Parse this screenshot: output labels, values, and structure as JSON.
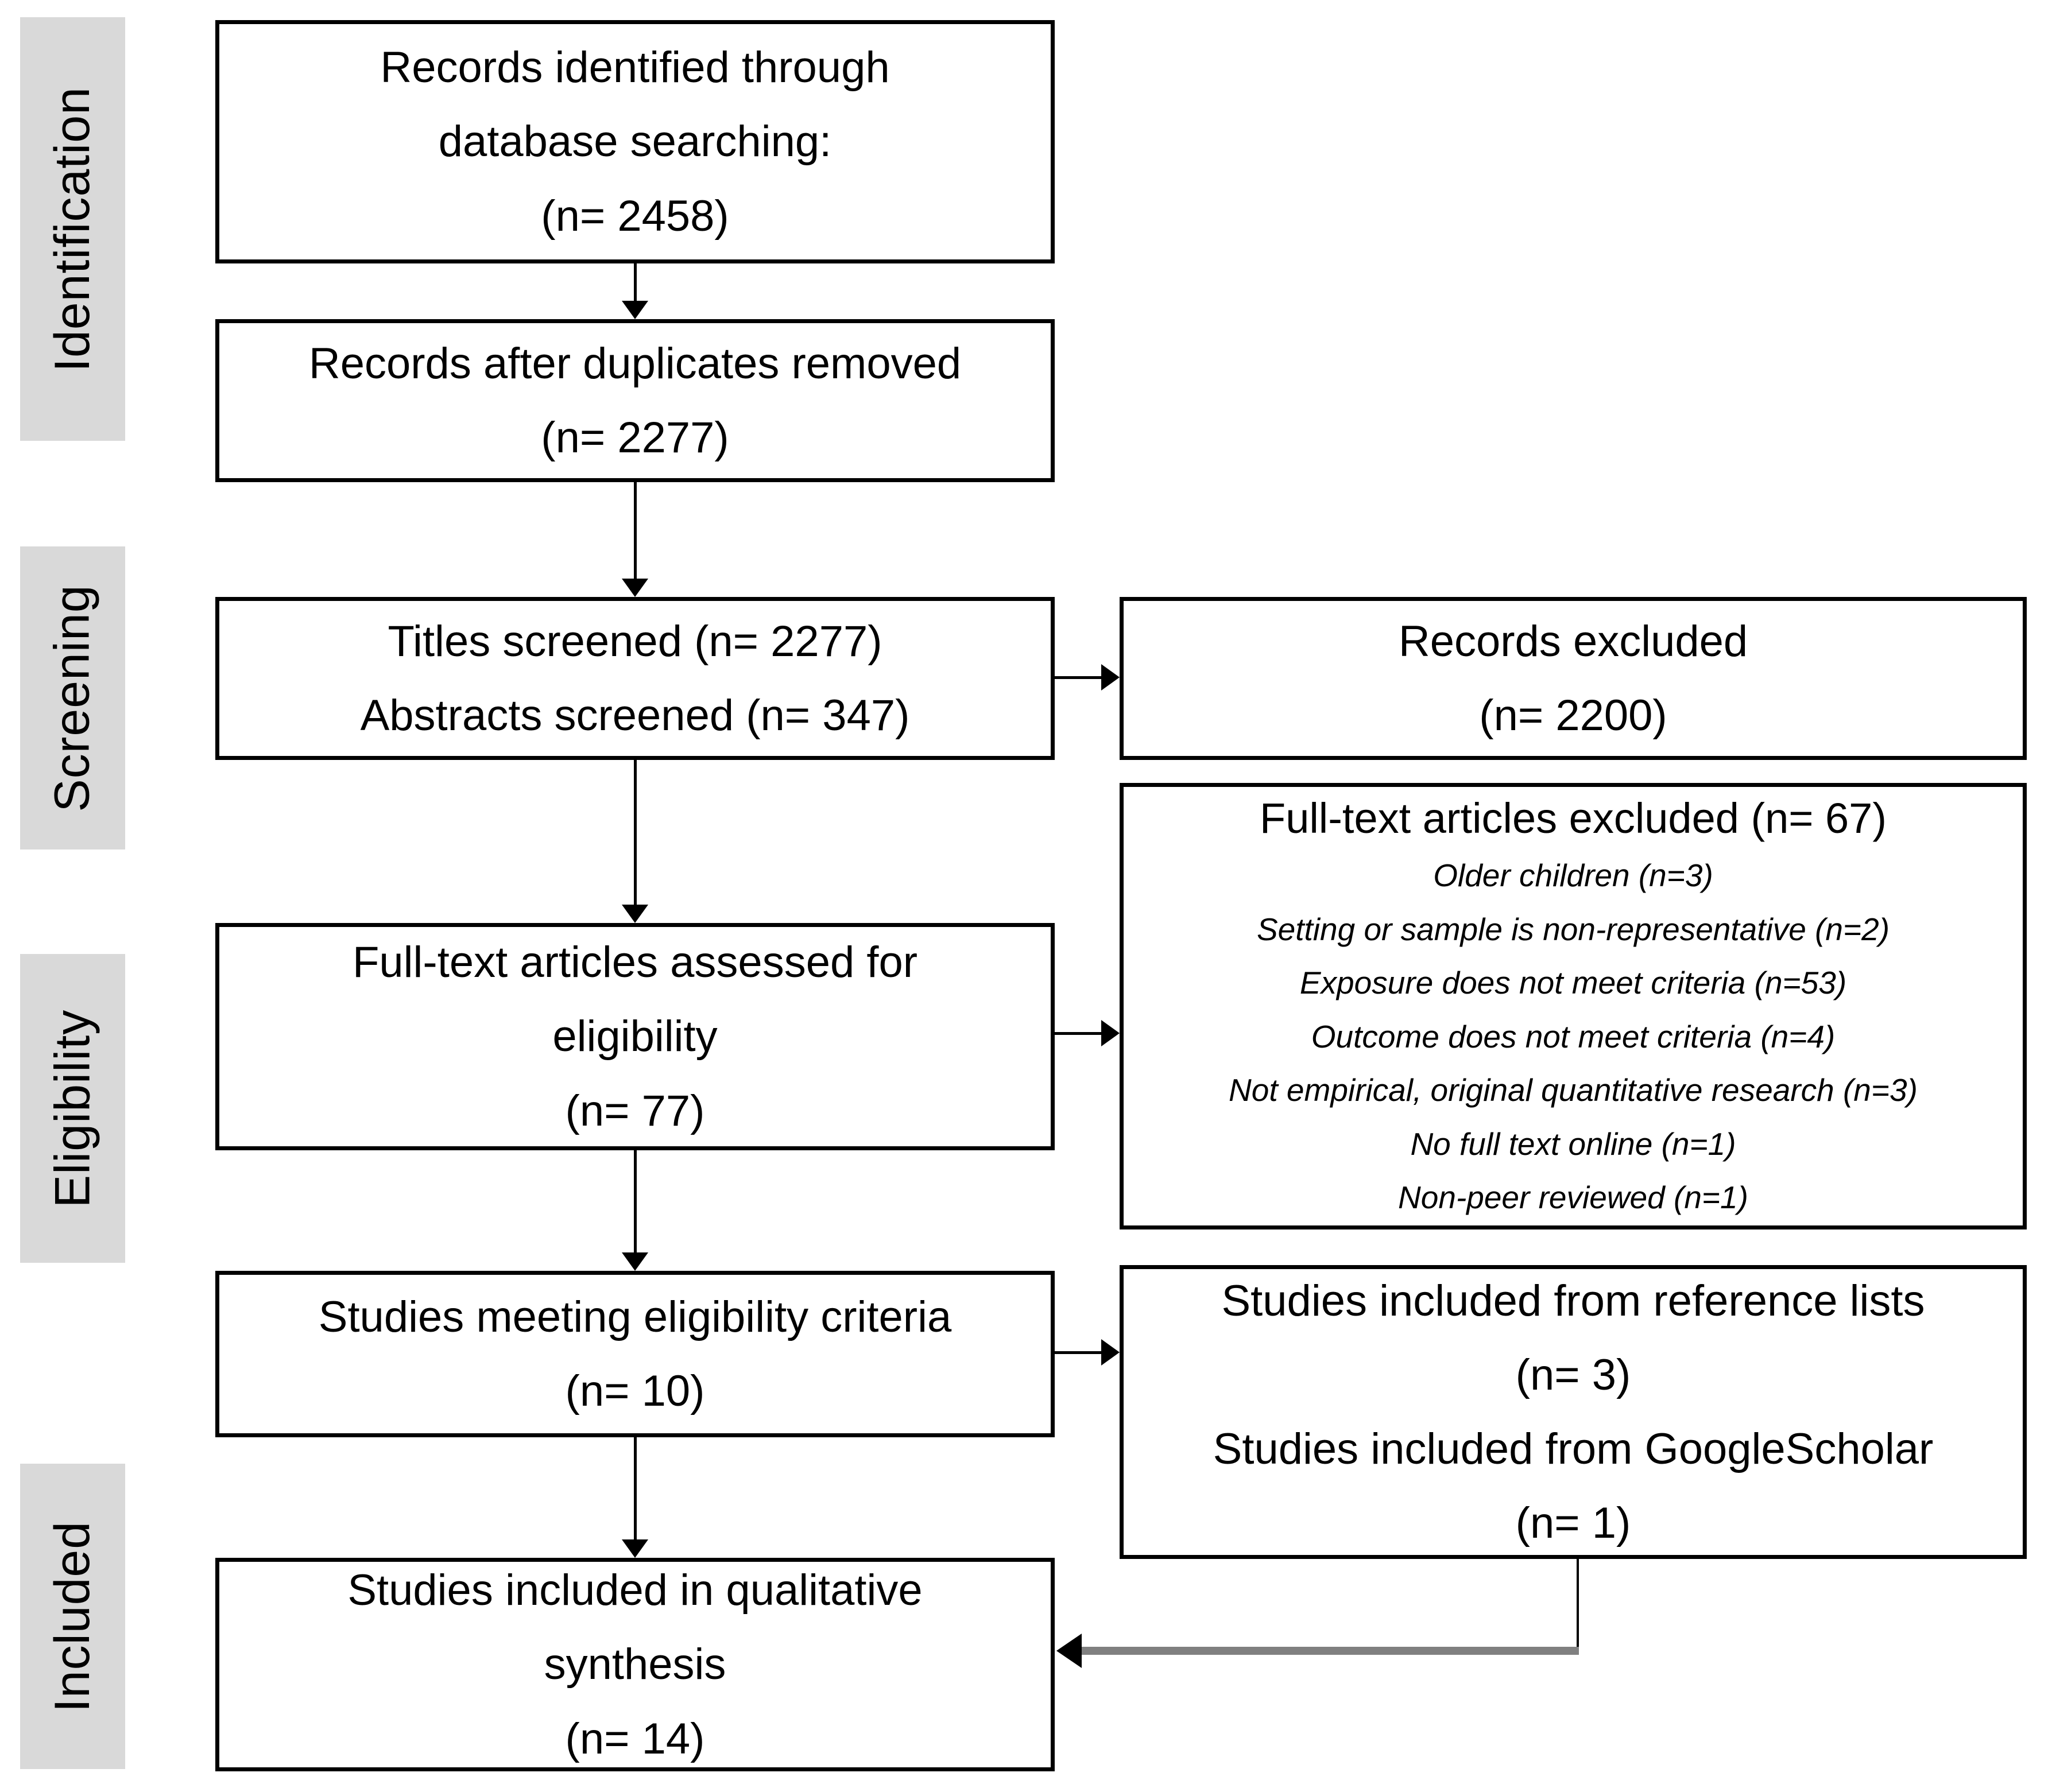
{
  "diagram": {
    "stages": [
      {
        "label": "Identification"
      },
      {
        "label": "Screening"
      },
      {
        "label": "Eligibility"
      },
      {
        "label": "Included"
      }
    ],
    "boxes": {
      "identified": {
        "lines": [
          "Records identified through",
          "database searching:",
          "(n= 2458)"
        ]
      },
      "deduplicated": {
        "lines": [
          "Records after duplicates removed",
          "(n= 2277)"
        ]
      },
      "screened": {
        "lines": [
          "Titles screened (n= 2277)",
          "Abstracts screened (n= 347)"
        ]
      },
      "fulltext_assessed": {
        "lines": [
          "Full-text articles assessed for",
          "eligibility",
          "(n= 77)"
        ]
      },
      "eligible": {
        "lines": [
          "Studies meeting eligibility criteria",
          "(n= 10)"
        ]
      },
      "synthesis": {
        "lines": [
          "Studies included in qualitative",
          "synthesis",
          "(n= 14)"
        ]
      },
      "records_excluded": {
        "lines": [
          "Records excluded",
          "(n= 2200)"
        ]
      },
      "fulltext_excluded": {
        "title": "Full-text articles excluded (n= 67)",
        "reasons": [
          "Older children (n=3)",
          "Setting or sample is non-representative (n=2)",
          "Exposure does not meet criteria (n=53)",
          "Outcome does not meet criteria (n=4)",
          "Not empirical, original quantitative research (n=3)",
          "No full text online (n=1)",
          "Non-peer reviewed (n=1)"
        ]
      },
      "additional_sources": {
        "lines": [
          "Studies included from reference lists",
          "(n= 3)",
          "Studies included from GoogleScholar",
          "(n= 1)"
        ]
      }
    },
    "colors": {
      "stage_label_bg": "#d9d9d9",
      "box_border": "#000000",
      "text": "#000000",
      "gray_connector": "#808080",
      "background": "#ffffff"
    }
  }
}
